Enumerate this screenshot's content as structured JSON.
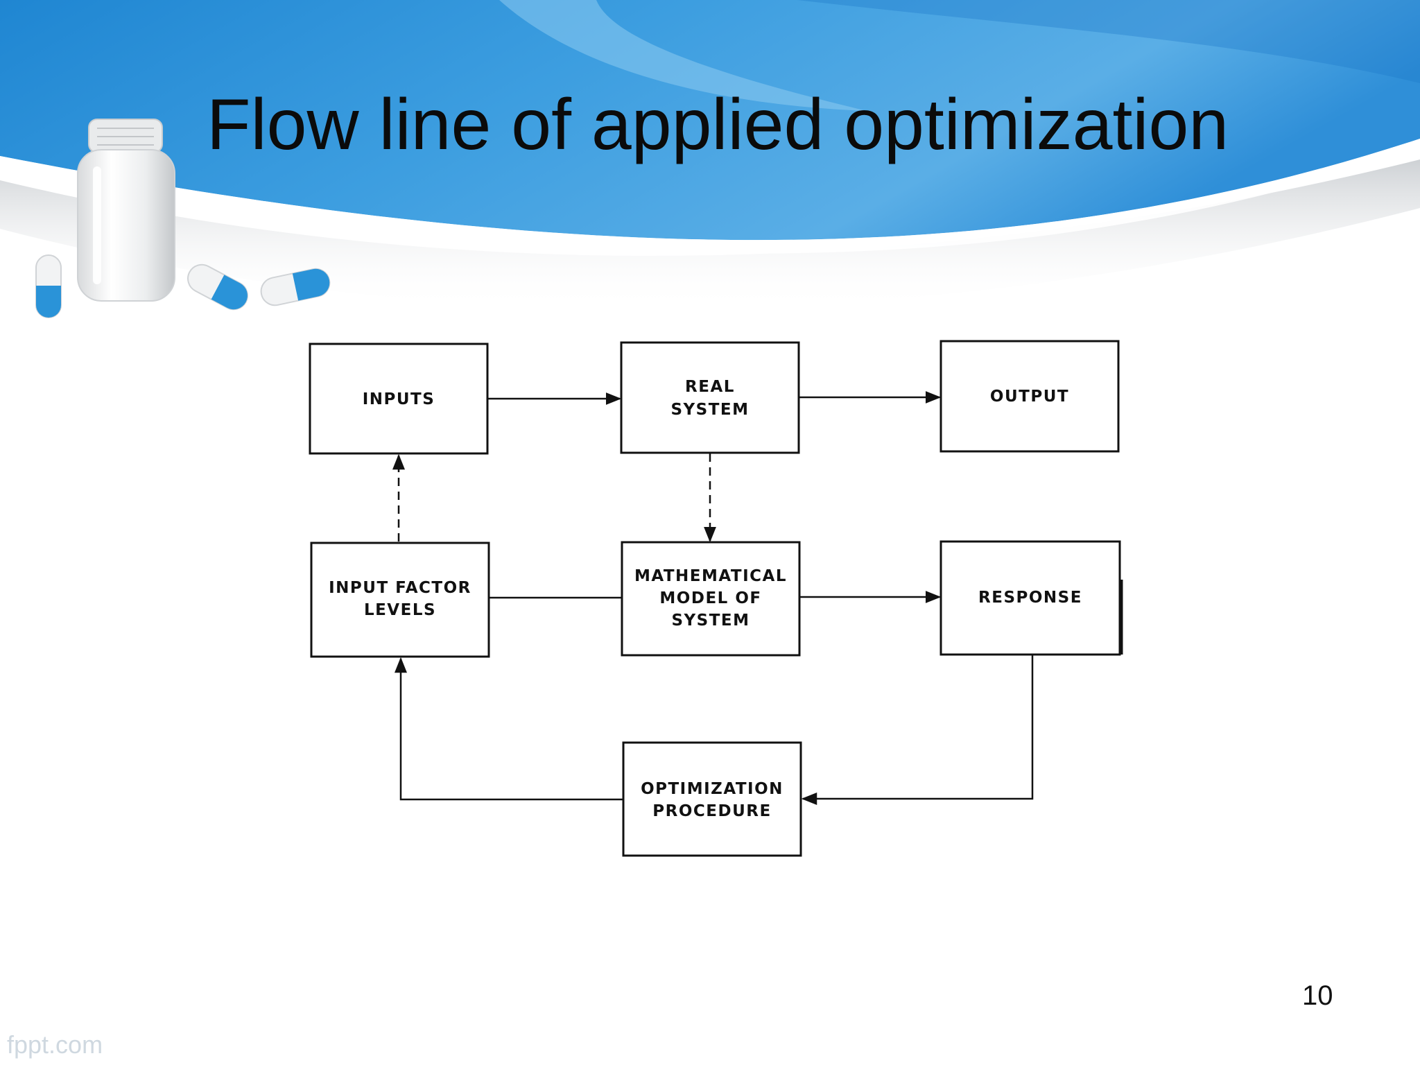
{
  "slide": {
    "title": "Flow line of applied optimization",
    "page_number": "10",
    "watermark": "fppt.com"
  },
  "colors": {
    "banner_dark": "#1c7fcf",
    "banner_light": "#6cb7e8",
    "diagram_ink": "#111111",
    "capsule_blue": "#2a93d8"
  },
  "icons": {
    "decoration": [
      "pill-bottle-icon",
      "capsule-icon",
      "capsule-icon",
      "capsule-icon"
    ]
  },
  "diagram": {
    "boxes": {
      "inputs": {
        "lines": [
          "INPUTS"
        ]
      },
      "real_system": {
        "lines": [
          "REAL",
          "SYSTEM"
        ]
      },
      "output": {
        "lines": [
          "OUTPUT"
        ]
      },
      "input_factor_levels": {
        "lines": [
          "INPUT FACTOR",
          "LEVELS"
        ]
      },
      "math_model": {
        "lines": [
          "MATHEMATICAL",
          "MODEL OF",
          "SYSTEM"
        ]
      },
      "response": {
        "lines": [
          "RESPONSE"
        ]
      },
      "optimization": {
        "lines": [
          "OPTIMIZATION",
          "PROCEDURE"
        ]
      }
    },
    "connections": [
      {
        "from": "inputs",
        "to": "real_system",
        "style": "solid"
      },
      {
        "from": "real_system",
        "to": "output",
        "style": "solid"
      },
      {
        "from": "input_factor_levels",
        "to": "inputs",
        "style": "dashed"
      },
      {
        "from": "real_system",
        "to": "math_model",
        "style": "dashed"
      },
      {
        "from": "input_factor_levels",
        "to": "math_model",
        "style": "solid-line"
      },
      {
        "from": "math_model",
        "to": "response",
        "style": "solid"
      },
      {
        "from": "response",
        "to": "optimization",
        "style": "solid"
      },
      {
        "from": "optimization",
        "to": "input_factor_levels",
        "style": "solid"
      }
    ]
  }
}
